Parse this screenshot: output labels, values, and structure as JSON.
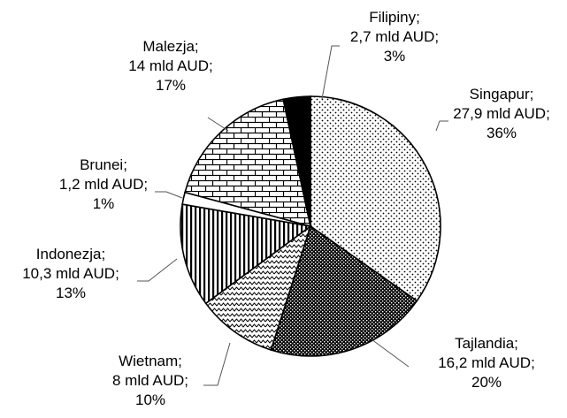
{
  "chart_data": {
    "type": "pie",
    "unit": "mld AUD",
    "slices": [
      {
        "name": "Singapur",
        "value": 27.9,
        "value_label": "27,9 mld AUD",
        "percent_label": "36%",
        "pattern": "dots"
      },
      {
        "name": "Tajlandia",
        "value": 16.2,
        "value_label": "16,2 mld AUD",
        "percent_label": "20%",
        "pattern": "dark-checker"
      },
      {
        "name": "Wietnam",
        "value": 8.0,
        "value_label": "8 mld AUD",
        "percent_label": "10%",
        "pattern": "zigzag"
      },
      {
        "name": "Indonezja",
        "value": 10.3,
        "value_label": "10,3 mld AUD",
        "percent_label": "13%",
        "pattern": "vertical-lines"
      },
      {
        "name": "Brunei",
        "value": 1.2,
        "value_label": "1,2 mld AUD",
        "percent_label": "1%",
        "pattern": "white"
      },
      {
        "name": "Malezja",
        "value": 14.0,
        "value_label": "14 mld AUD",
        "percent_label": "17%",
        "pattern": "brick"
      },
      {
        "name": "Filipiny",
        "value": 2.7,
        "value_label": "2,7 mld AUD",
        "percent_label": "3%",
        "pattern": "solid-black"
      }
    ]
  }
}
